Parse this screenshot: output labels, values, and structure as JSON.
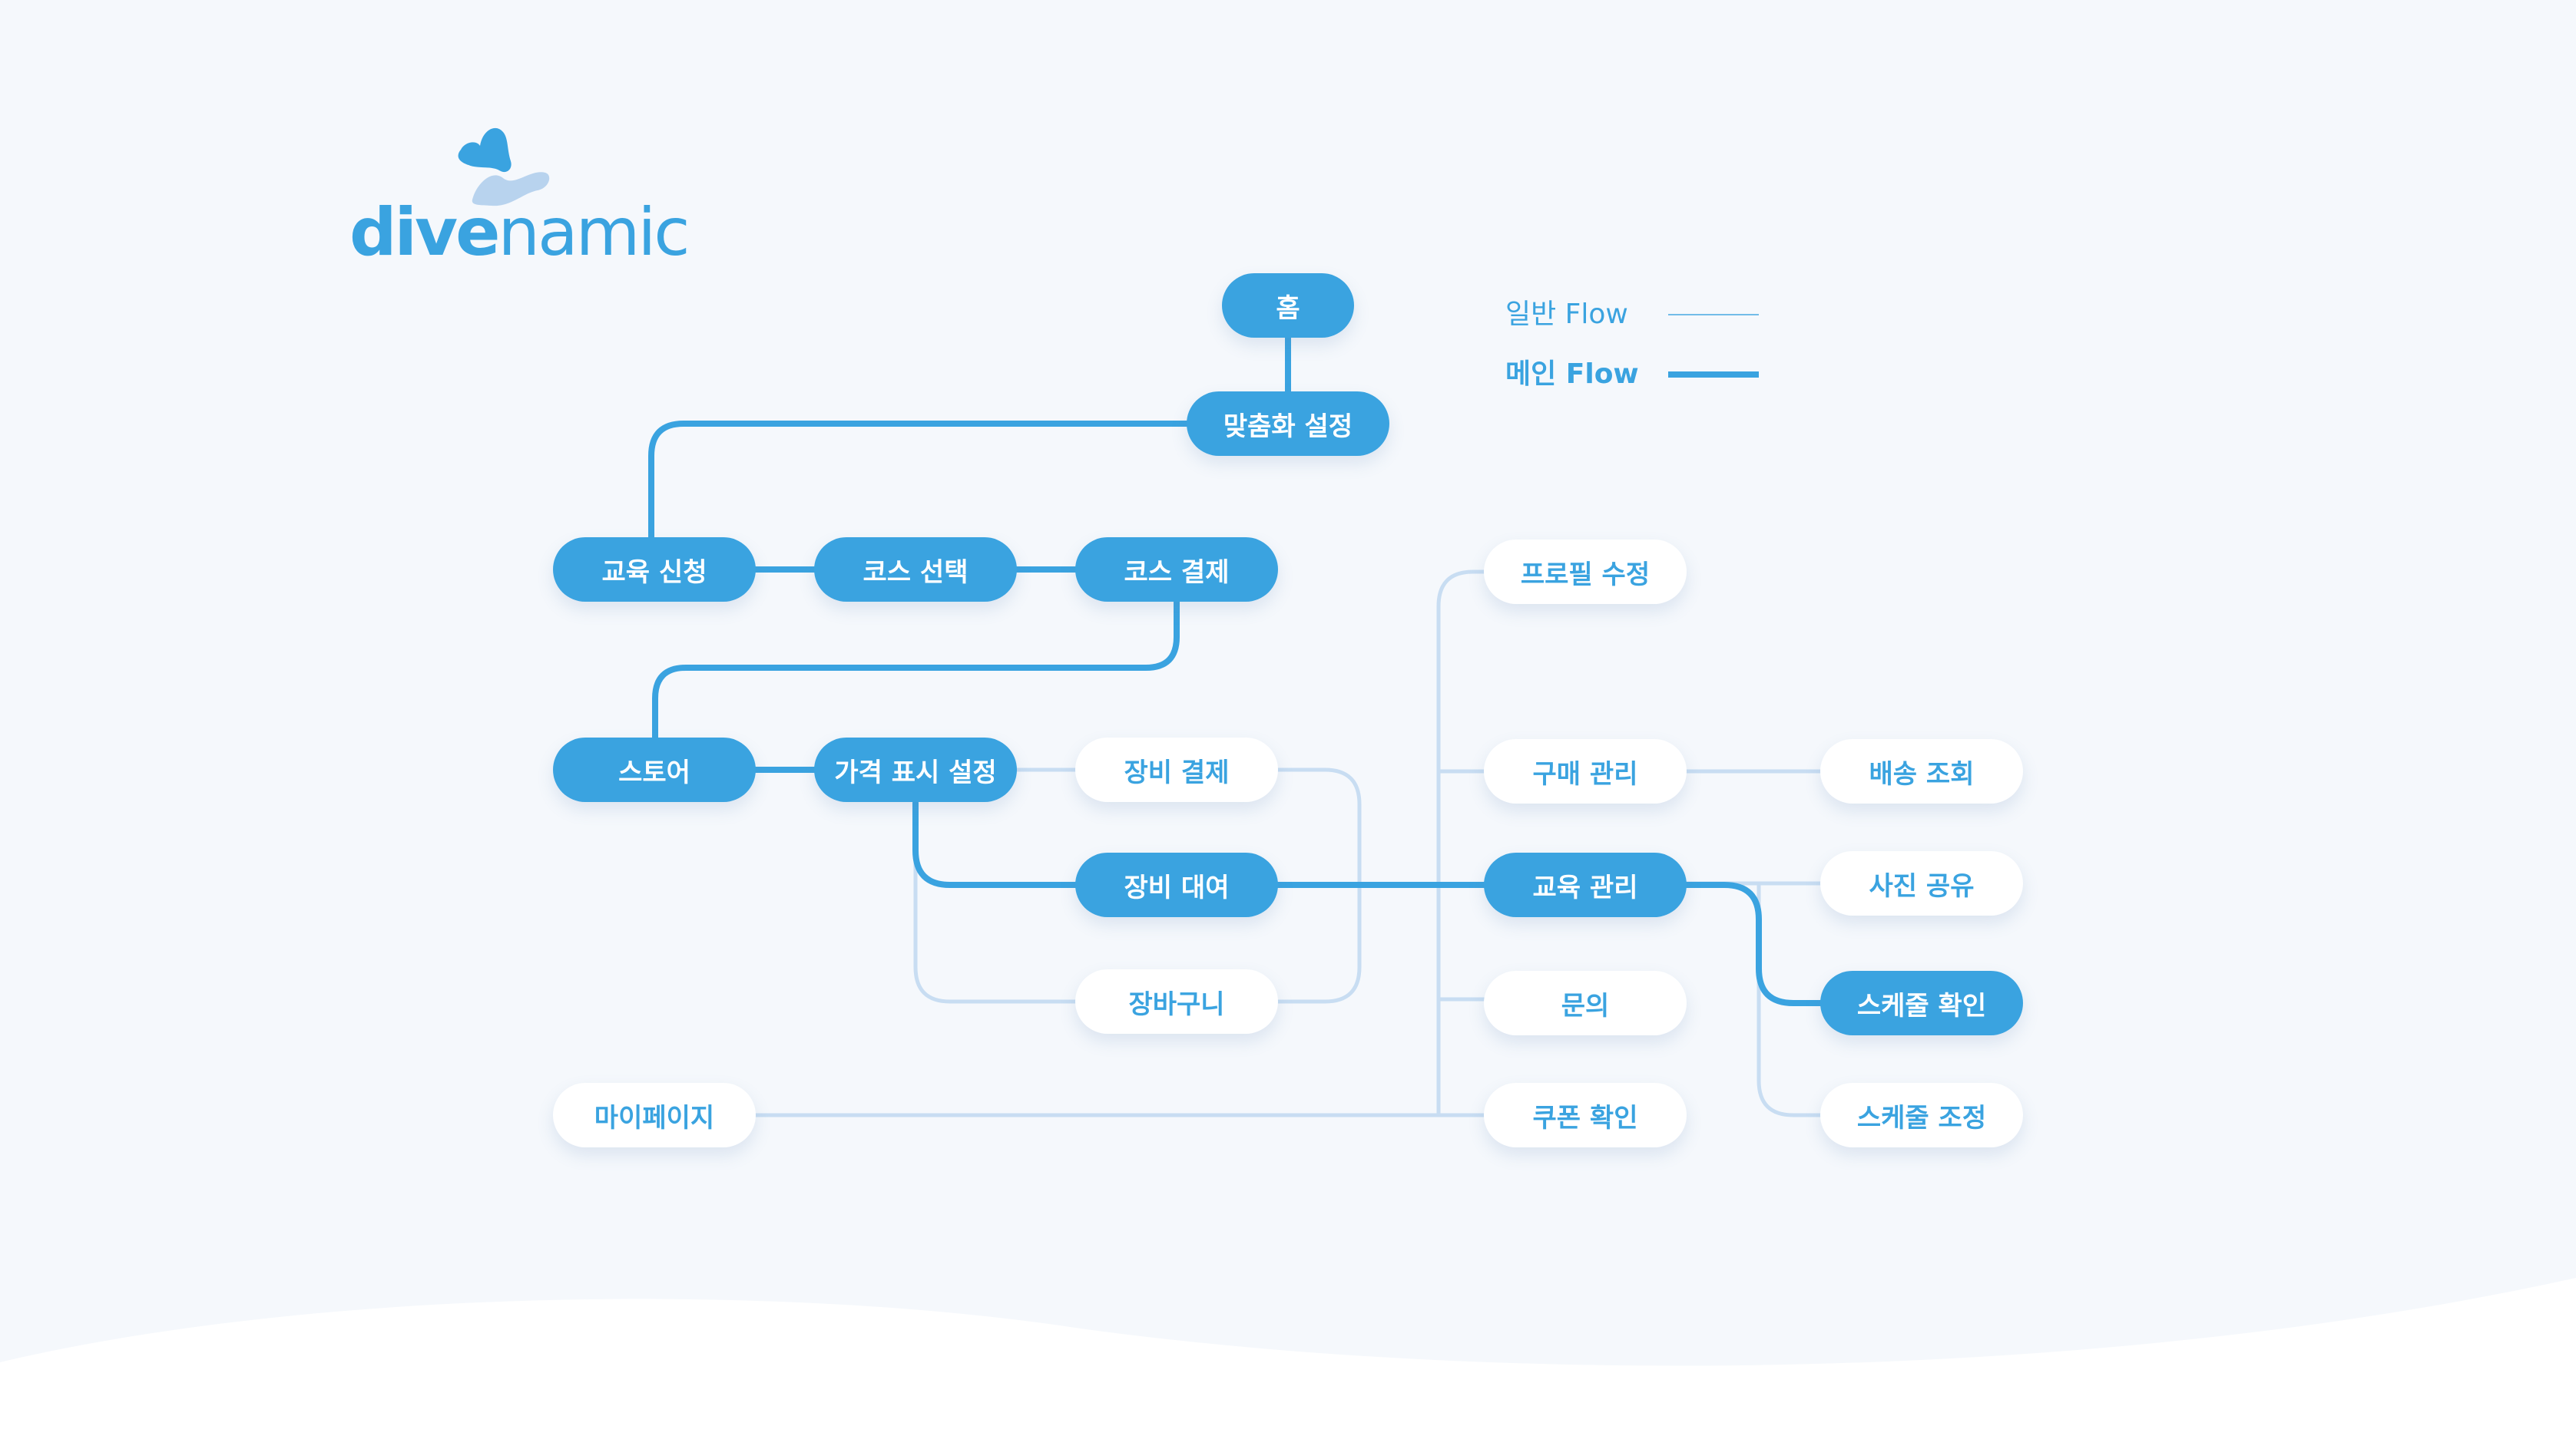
{
  "brand": {
    "logo_bold": "dive",
    "logo_light": "namic",
    "color_main": "#3aa3e0",
    "color_light": "#b8d3ee",
    "background": "#f5f8fc"
  },
  "legend": {
    "normal_label": "일반 Flow",
    "main_label": "메인 Flow"
  },
  "nodes": {
    "home": "홈",
    "personalize": "맞춤화 설정",
    "edu_apply": "교육 신청",
    "course_select": "코스 선택",
    "course_pay": "코스 결제",
    "store": "스토어",
    "price_display": "가격 표시 설정",
    "equip_pay": "장비 결제",
    "equip_rent": "장비 대여",
    "cart": "장바구니",
    "mypage": "마이페이지",
    "profile_edit": "프로필 수정",
    "purchase_manage": "구매 관리",
    "delivery": "배송 조회",
    "edu_manage": "교육 관리",
    "photo_share": "사진 공유",
    "inquiry": "문의",
    "schedule_check": "스케줄 확인",
    "coupon": "쿠폰 확인",
    "schedule_adjust": "스케줄 조정"
  }
}
